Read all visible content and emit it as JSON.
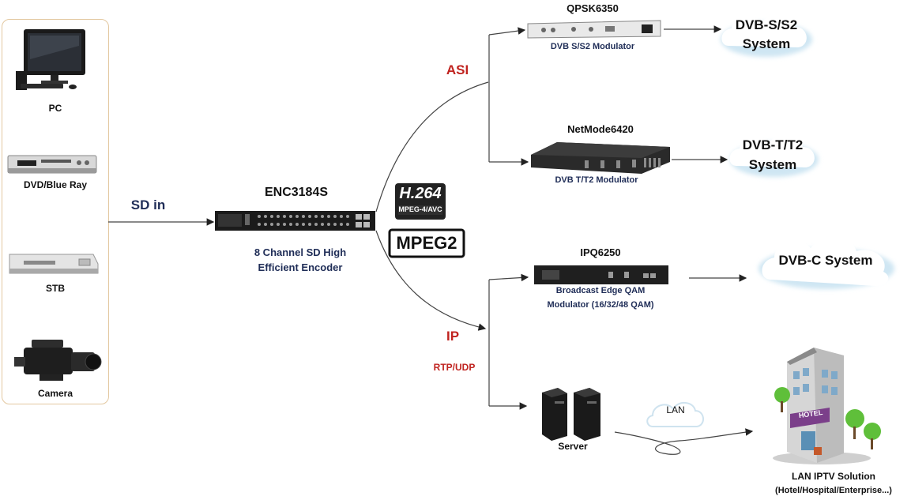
{
  "sources": {
    "pc": "PC",
    "dvd": "DVD/Blue Ray",
    "stb": "STB",
    "camera": "Camera"
  },
  "sd_in": "SD in",
  "encoder": {
    "name": "ENC3184S",
    "desc_line1": "8 Channel SD High",
    "desc_line2": "Efficient Encoder"
  },
  "codecs": {
    "h264_big": "H.264",
    "h264_small": "MPEG-4/AVC",
    "mpeg2": "MPEG2"
  },
  "links": {
    "asi": "ASI",
    "ip": "IP",
    "rtp": "RTP/UDP",
    "lan": "LAN"
  },
  "devices": {
    "qpsk": {
      "name": "QPSK6350",
      "desc": "DVB S/S2 Modulator"
    },
    "netmode": {
      "name": "NetMode6420",
      "desc": "DVB T/T2 Modulator"
    },
    "ipq": {
      "name": "IPQ6250",
      "desc_line1": "Broadcast Edge QAM",
      "desc_line2": "Modulator (16/32/48 QAM)"
    },
    "server": {
      "name": "Server"
    }
  },
  "systems": {
    "dvbs_line1": "DVB-S/S2",
    "dvbs_line2": "System",
    "dvbt_line1": "DVB-T/T2",
    "dvbt_line2": "System",
    "dvbc": "DVB-C System",
    "iptv_line1": "LAN IPTV Solution",
    "iptv_line2": "(Hotel/Hospital/Enterprise...)",
    "hotel_sign": "HOTEL"
  },
  "colors": {
    "navy": "#1f2d57",
    "red": "#c0231f",
    "panel_border": "#e3c8a0"
  }
}
